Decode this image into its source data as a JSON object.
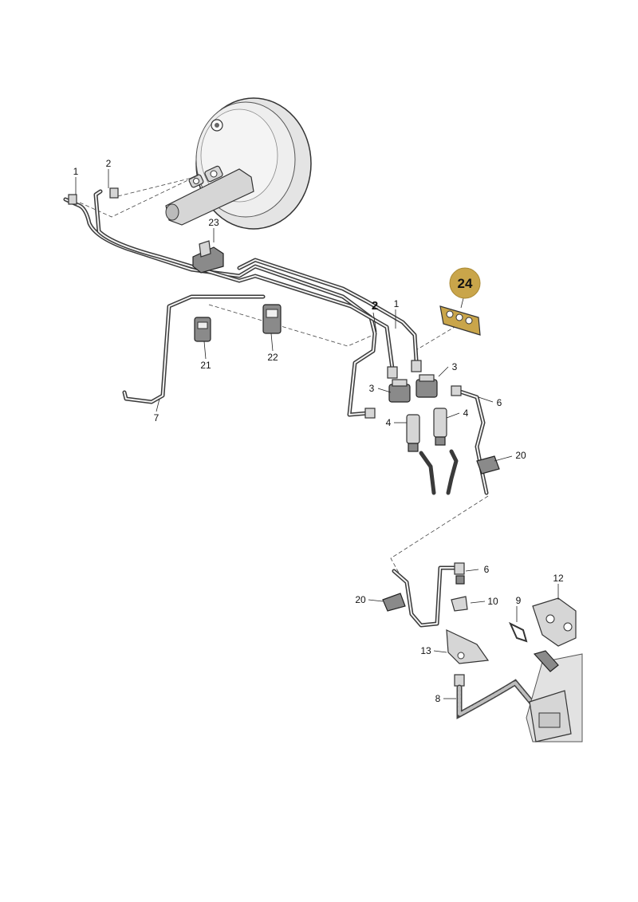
{
  "badge": {
    "number": "24",
    "color": "#c9a54a"
  },
  "callouts": [
    {
      "id": "1a",
      "text": "1"
    },
    {
      "id": "2a",
      "text": "2"
    },
    {
      "id": "23",
      "text": "23"
    },
    {
      "id": "2b",
      "text": "2"
    },
    {
      "id": "1b",
      "text": "1"
    },
    {
      "id": "21",
      "text": "21"
    },
    {
      "id": "22",
      "text": "22"
    },
    {
      "id": "7",
      "text": "7"
    },
    {
      "id": "3a",
      "text": "3"
    },
    {
      "id": "3b",
      "text": "3"
    },
    {
      "id": "4a",
      "text": "4"
    },
    {
      "id": "4b",
      "text": "4"
    },
    {
      "id": "6a",
      "text": "6"
    },
    {
      "id": "20a",
      "text": "20"
    },
    {
      "id": "6b",
      "text": "6"
    },
    {
      "id": "12",
      "text": "12"
    },
    {
      "id": "20b",
      "text": "20"
    },
    {
      "id": "10",
      "text": "10"
    },
    {
      "id": "9",
      "text": "9"
    },
    {
      "id": "13",
      "text": "13"
    },
    {
      "id": "8",
      "text": "8"
    }
  ]
}
